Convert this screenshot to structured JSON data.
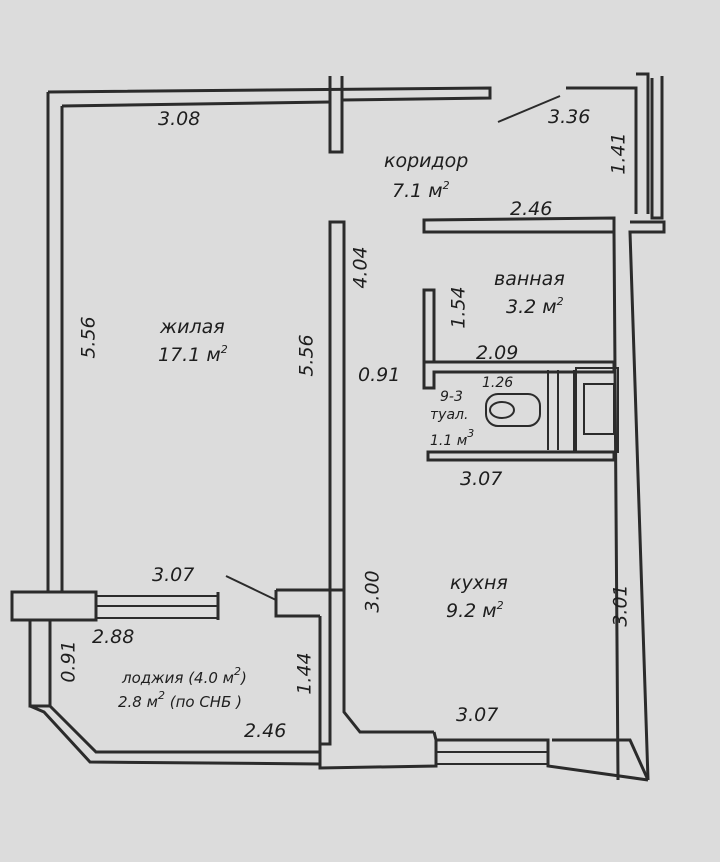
{
  "rooms": {
    "corridor": {
      "name": "коридор",
      "area": "7.1",
      "unit": "м"
    },
    "living": {
      "name": "жилая",
      "area": "17.1",
      "unit": "м"
    },
    "bath": {
      "name": "ванная",
      "area": "3.2",
      "unit": "м"
    },
    "toilet": {
      "code": "9-3",
      "name": "туал.",
      "area": "1.1",
      "unit": "м"
    },
    "kitchen": {
      "name": "кухня",
      "area": "9.2",
      "unit": "м"
    },
    "loggia": {
      "line1": "лоджия (4.0 м",
      "line1_end": ")",
      "line2": "2.8 м",
      "line2_end": " (по СНБ )"
    }
  },
  "superscript": "2",
  "superscript_cube": "3",
  "dimensions": {
    "d_3_08": "3.08",
    "d_3_36": "3.36",
    "d_1_41": "1.41",
    "d_2_46_top": "2.46",
    "d_4_04": "4.04",
    "d_1_54": "1.54",
    "d_5_56_left": "5.56",
    "d_5_56_mid": "5.56",
    "d_0_91_mid": "0.91",
    "d_2_09": "2.09",
    "d_1_26": "1.26",
    "d_3_07_toilet": "3.07",
    "d_3_07_living": "3.07",
    "d_3_00": "3.00",
    "d_3_01": "3.01",
    "d_2_88": "2.88",
    "d_0_91_loggia": "0.91",
    "d_1_44": "1.44",
    "d_2_46_bottom": "2.46",
    "d_3_07_kitchen": "3.07"
  }
}
